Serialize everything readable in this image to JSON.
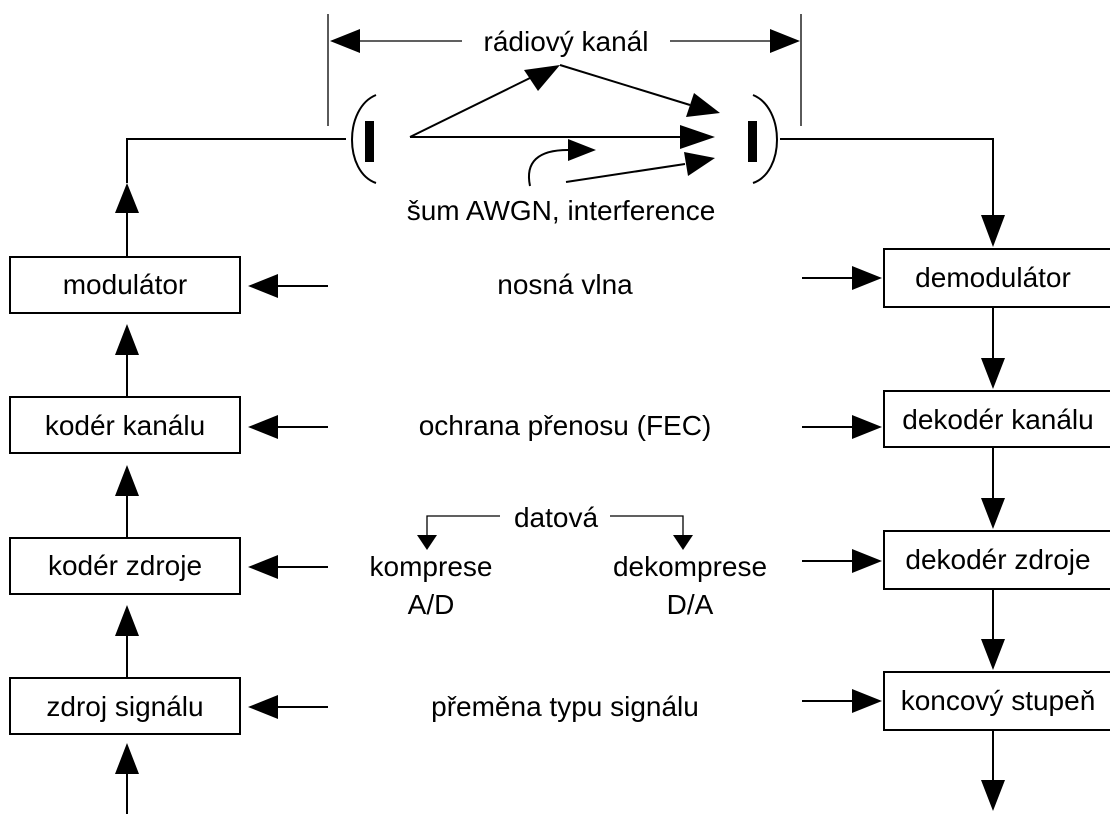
{
  "diagram": {
    "channel": {
      "label": "rádiový kanál",
      "noise_label": "šum AWGN, interference"
    },
    "transmitter_blocks": [
      {
        "label": "modulátor"
      },
      {
        "label": "kodér kanálu"
      },
      {
        "label": "kodér zdroje"
      },
      {
        "label": "zdroj signálu"
      }
    ],
    "receiver_blocks": [
      {
        "label": "demodulátor"
      },
      {
        "label": "dekodér kanálu"
      },
      {
        "label": "dekodér zdroje"
      },
      {
        "label": "koncový stupeň"
      }
    ],
    "functions": {
      "carrier": "nosná vlna",
      "fec": "ochrana přenosu (FEC)",
      "data_label": "datová",
      "compression": "komprese",
      "compression_ad": "A/D",
      "decompression": "dekomprese",
      "decompression_da": "D/A",
      "signal_conversion": "přeměna typu signálu"
    },
    "colors": {
      "stroke": "#000000",
      "background": "#ffffff"
    }
  }
}
